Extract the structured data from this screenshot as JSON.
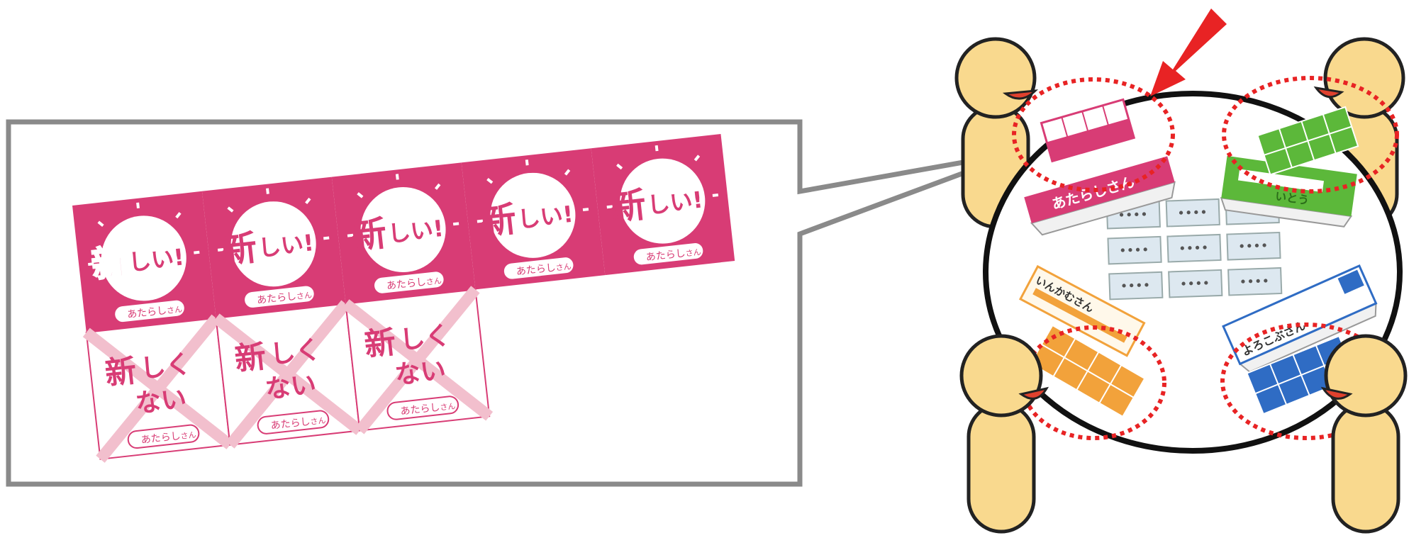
{
  "colors": {
    "magenta": "#d83c75",
    "pink_light": "#f2bfcd",
    "green": "#5cb83a",
    "orange": "#f2a23b",
    "blue": "#2f6cc4",
    "red_arrow": "#e82324",
    "callout_border": "#8a8a8a",
    "person_fill": "#f9d98e"
  },
  "new_cards": {
    "headline_kanji": "新",
    "headline_kana": "しい!",
    "name": "あたらし",
    "name_suffix": "さん",
    "count": 5
  },
  "old_cards": {
    "line1_kanji": "新",
    "line1_kana": "しく",
    "line2": "ない",
    "name": "あたらし",
    "name_suffix": "さん",
    "count": 3
  },
  "table": {
    "placard_magenta": "あたらしさん",
    "placard_green": "いとう",
    "placard_orange": "いんかむさん",
    "placard_blue": "よろこぶさん",
    "center_card_text": "••••",
    "center_card_count": 9
  },
  "icons": {
    "arrow": "red-arrow-icon",
    "person": "person-icon"
  }
}
